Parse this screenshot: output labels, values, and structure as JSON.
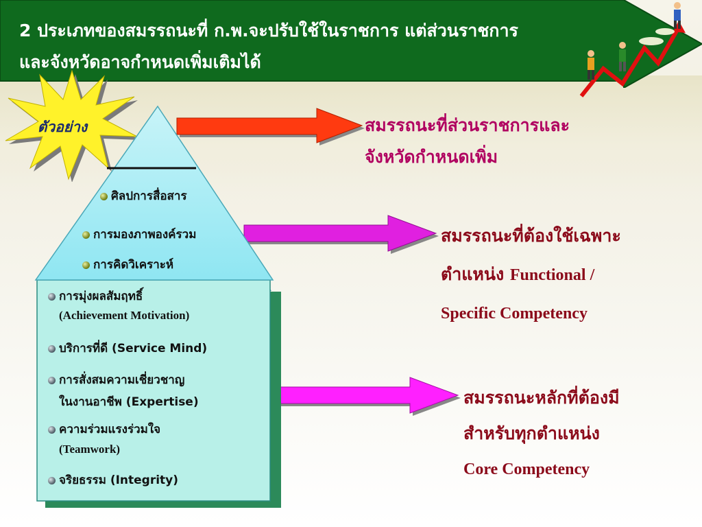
{
  "title": {
    "line1": "2 ประเภทของสมรรถนะที่ ก.พ.จะปรับใช้ในราชการ แต่ส่วนราชการ",
    "line2": "และจังหวัดอาจกำหนดเพิ่มเติมได้"
  },
  "badge": {
    "label": "ตัวอย่าง"
  },
  "pyramid_top_items": [
    "ศิลปการสื่อสาร",
    "การมองภาพองค์รวม",
    "การคิดวิเคราะห์"
  ],
  "core_items": [
    {
      "line1": "การมุ่งผลสัมฤทธิ์",
      "line2": "(Achievement Motivation)"
    },
    {
      "line1": "บริการที่ดี (Service Mind)"
    },
    {
      "line1": "การสั่งสมความเชี่ยวชาญ",
      "line2": "ในงานอาชีพ (Expertise)"
    },
    {
      "line1": "ความร่วมแรงร่วมใจ",
      "line2": "(Teamwork)"
    },
    {
      "line1": "จริยธรรม (Integrity)"
    }
  ],
  "right_texts": {
    "agency": {
      "line1": "สมรรถนะที่ส่วนราชการและ",
      "line2": "จังหวัดกำหนดเพิ่ม"
    },
    "functional": {
      "line1": "สมรรถนะที่ต้องใช้เฉพาะ",
      "line2_th": "ตำแหน่ง",
      "line2_en": "Functional  /",
      "line3": "Specific Competency"
    },
    "core": {
      "line1": "สมรรถนะหลักที่ต้องมี",
      "line2": "สำหรับทุกตำแหน่ง",
      "line3": "Core Competency"
    }
  },
  "colors": {
    "title_bg": "#0f6a1e",
    "arrow_red": "#ff3a10",
    "arrow_magenta": "#e020e0",
    "pyramid_top": "#a8ecf4",
    "pyramid_body": "#b8f0e8",
    "badge_yellow": "#fff22a"
  }
}
